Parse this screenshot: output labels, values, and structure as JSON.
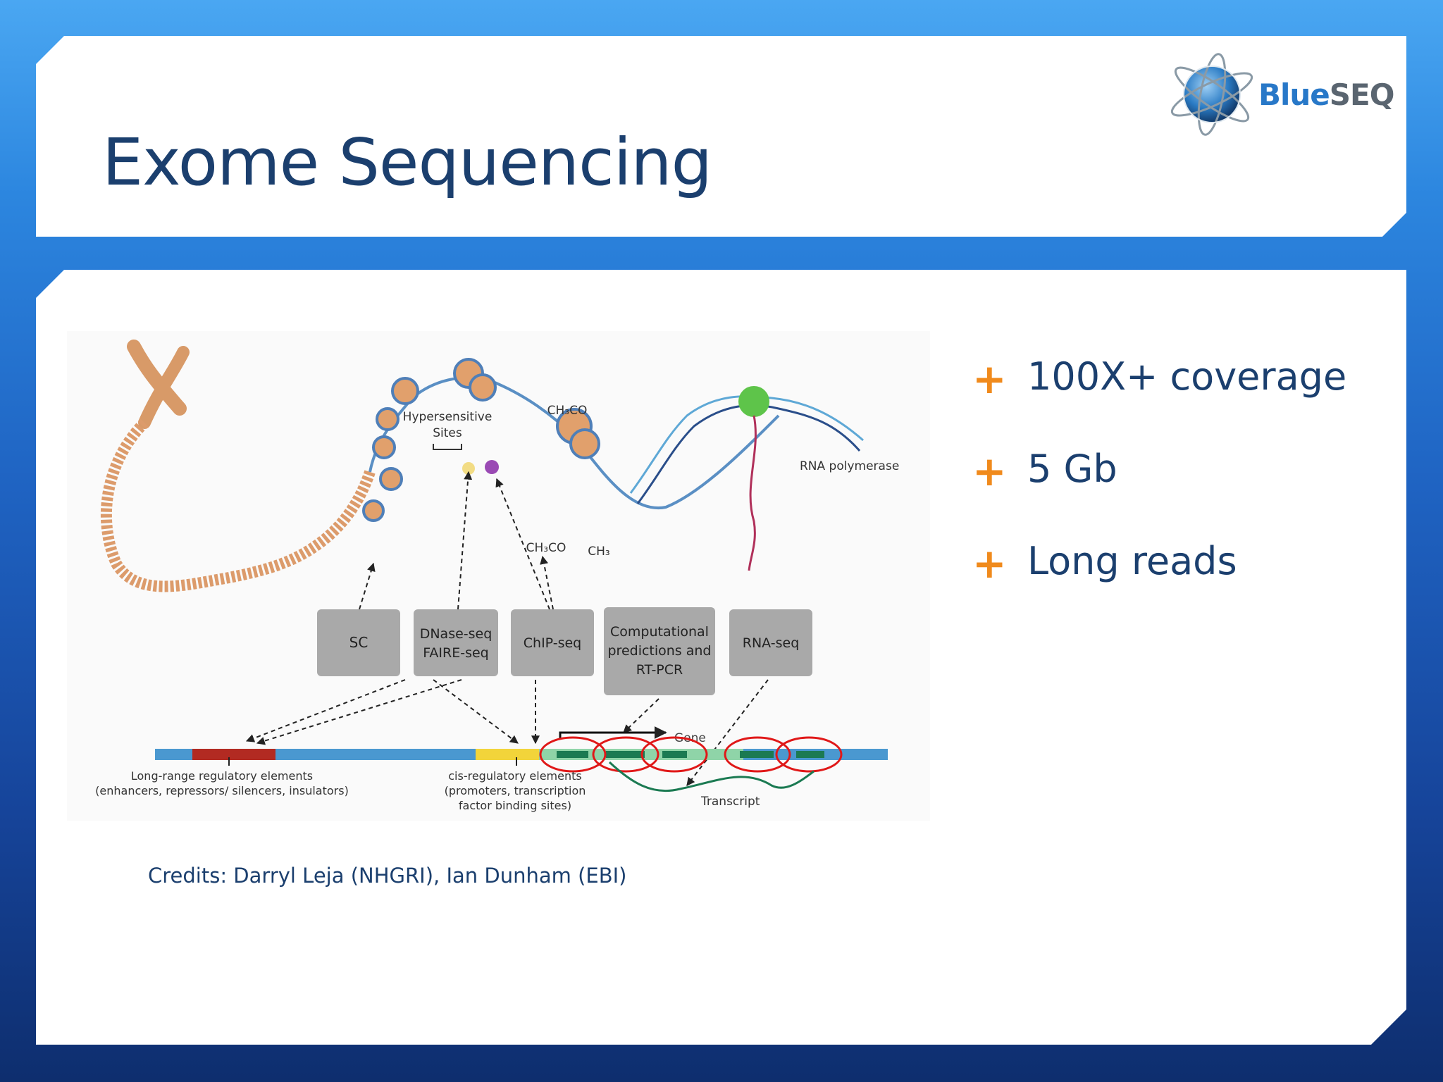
{
  "slide": {
    "title": "Exome Sequencing",
    "logo": {
      "text_blue": "Blue",
      "text_grey": "SEQ"
    },
    "bullets": [
      "100X+ coverage",
      "5 Gb",
      "Long reads"
    ],
    "credits": "Credits: Darryl Leja (NHGRI), Ian Dunham (EBI)"
  },
  "figure": {
    "hypersensitive_line1": "Hypersensitive",
    "hypersensitive_line2": "Sites",
    "ch3co_top": "CH₃CO",
    "ch3co_bottom": "CH₃CO",
    "ch3": "CH₃",
    "rna_polymerase": "RNA polymerase",
    "boxes": {
      "sc": "SC",
      "dnase_1": "DNase-seq",
      "dnase_2": "FAIRE-seq",
      "chip": "ChIP-seq",
      "comp_1": "Computational",
      "comp_2": "predictions and",
      "comp_3": "RT-PCR",
      "rna": "RNA-seq"
    },
    "gene": "Gene",
    "long_range_1": "Long-range regulatory elements",
    "long_range_2": "(enhancers, repressors/ silencers, insulators)",
    "cis_1": "cis-regulatory elements",
    "cis_2": "(promoters, transcription",
    "cis_3": "factor binding sites)",
    "transcript": "Transcript"
  },
  "colors": {
    "title": "#1b3f6e",
    "bullet_plus": "#f08a1c",
    "dna_bar": "#4a98d0",
    "long_range_element": "#b22a22",
    "cis_element": "#f2d43a",
    "exon": "#1b7a52",
    "highlight_circle": "#e01818"
  }
}
